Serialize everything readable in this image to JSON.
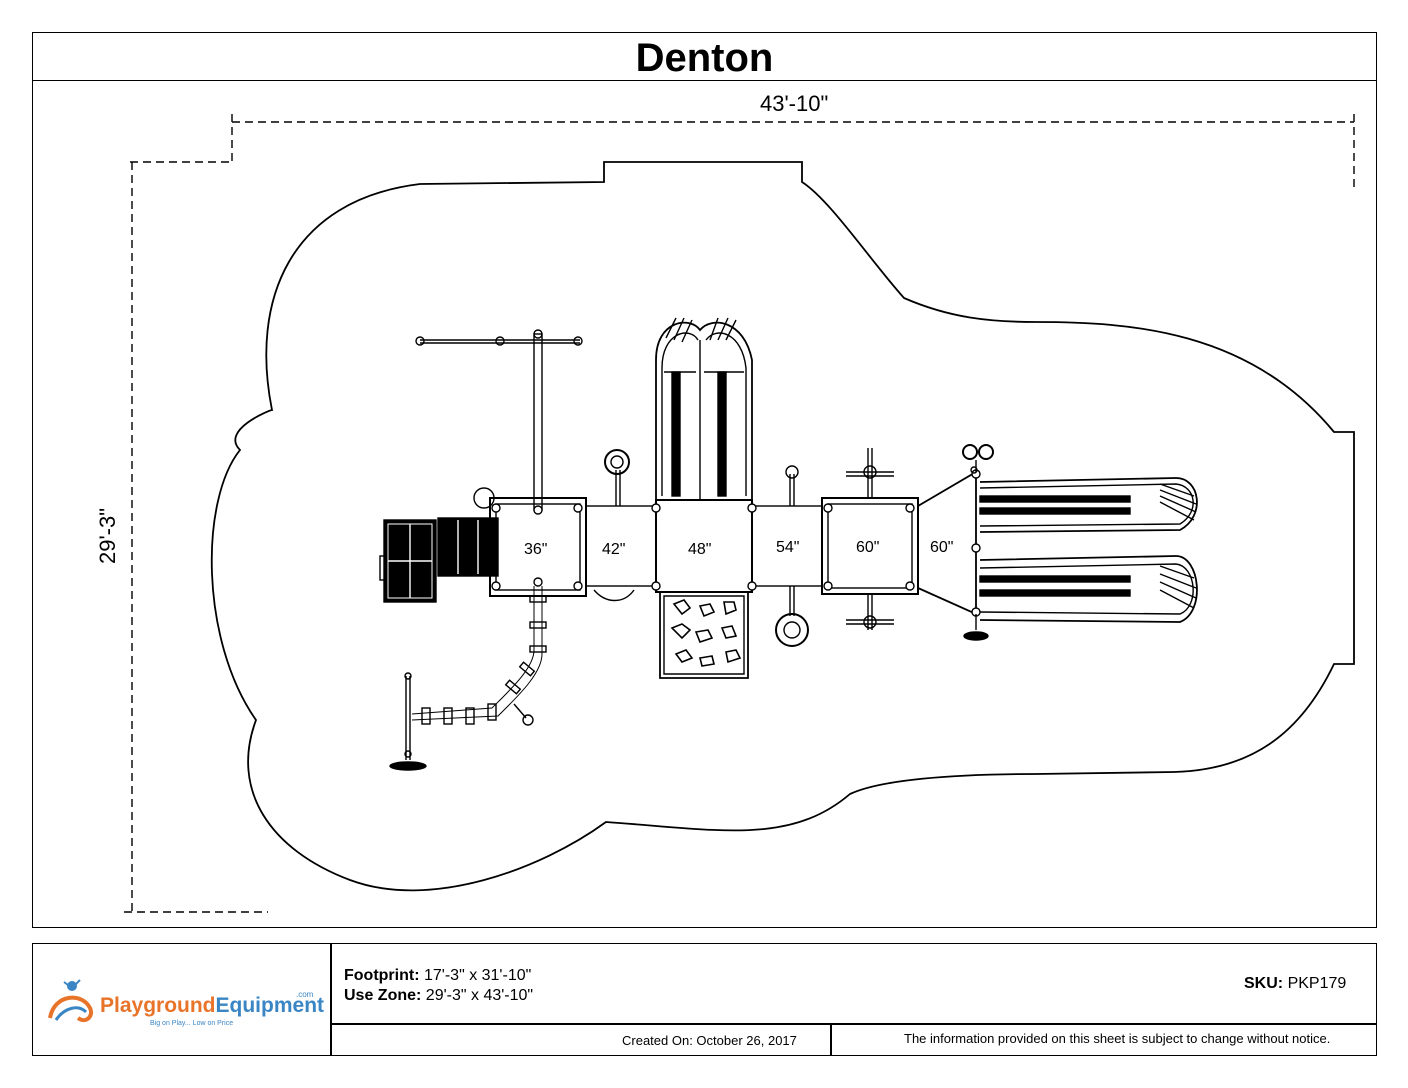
{
  "title": "Denton",
  "dimensions": {
    "use_zone_width": "43'-10\"",
    "use_zone_depth": "29'-3\""
  },
  "decks": [
    "36\"",
    "42\"",
    "48\"",
    "54\"",
    "60\"",
    "60\""
  ],
  "footer": {
    "logo": {
      "name_part1": "Playground",
      "name_part2": "Equipment",
      "suffix": ".com",
      "tagline": "Big on Play... Low on Price"
    },
    "footprint_label": "Footprint:",
    "footprint_value": "17'-3\" x  31'-10\"",
    "use_zone_label": "Use Zone:",
    "use_zone_value": "29'-3\" x 43'-10\"",
    "sku_label": "SKU:",
    "sku_value": "PKP179",
    "created_on": "Created On: October 26, 2017",
    "disclaimer": "The information provided on this sheet is subject to change without notice."
  },
  "colors": {
    "line": "#000000",
    "logo_orange": "#e8742a",
    "logo_blue": "#3a86c5"
  }
}
